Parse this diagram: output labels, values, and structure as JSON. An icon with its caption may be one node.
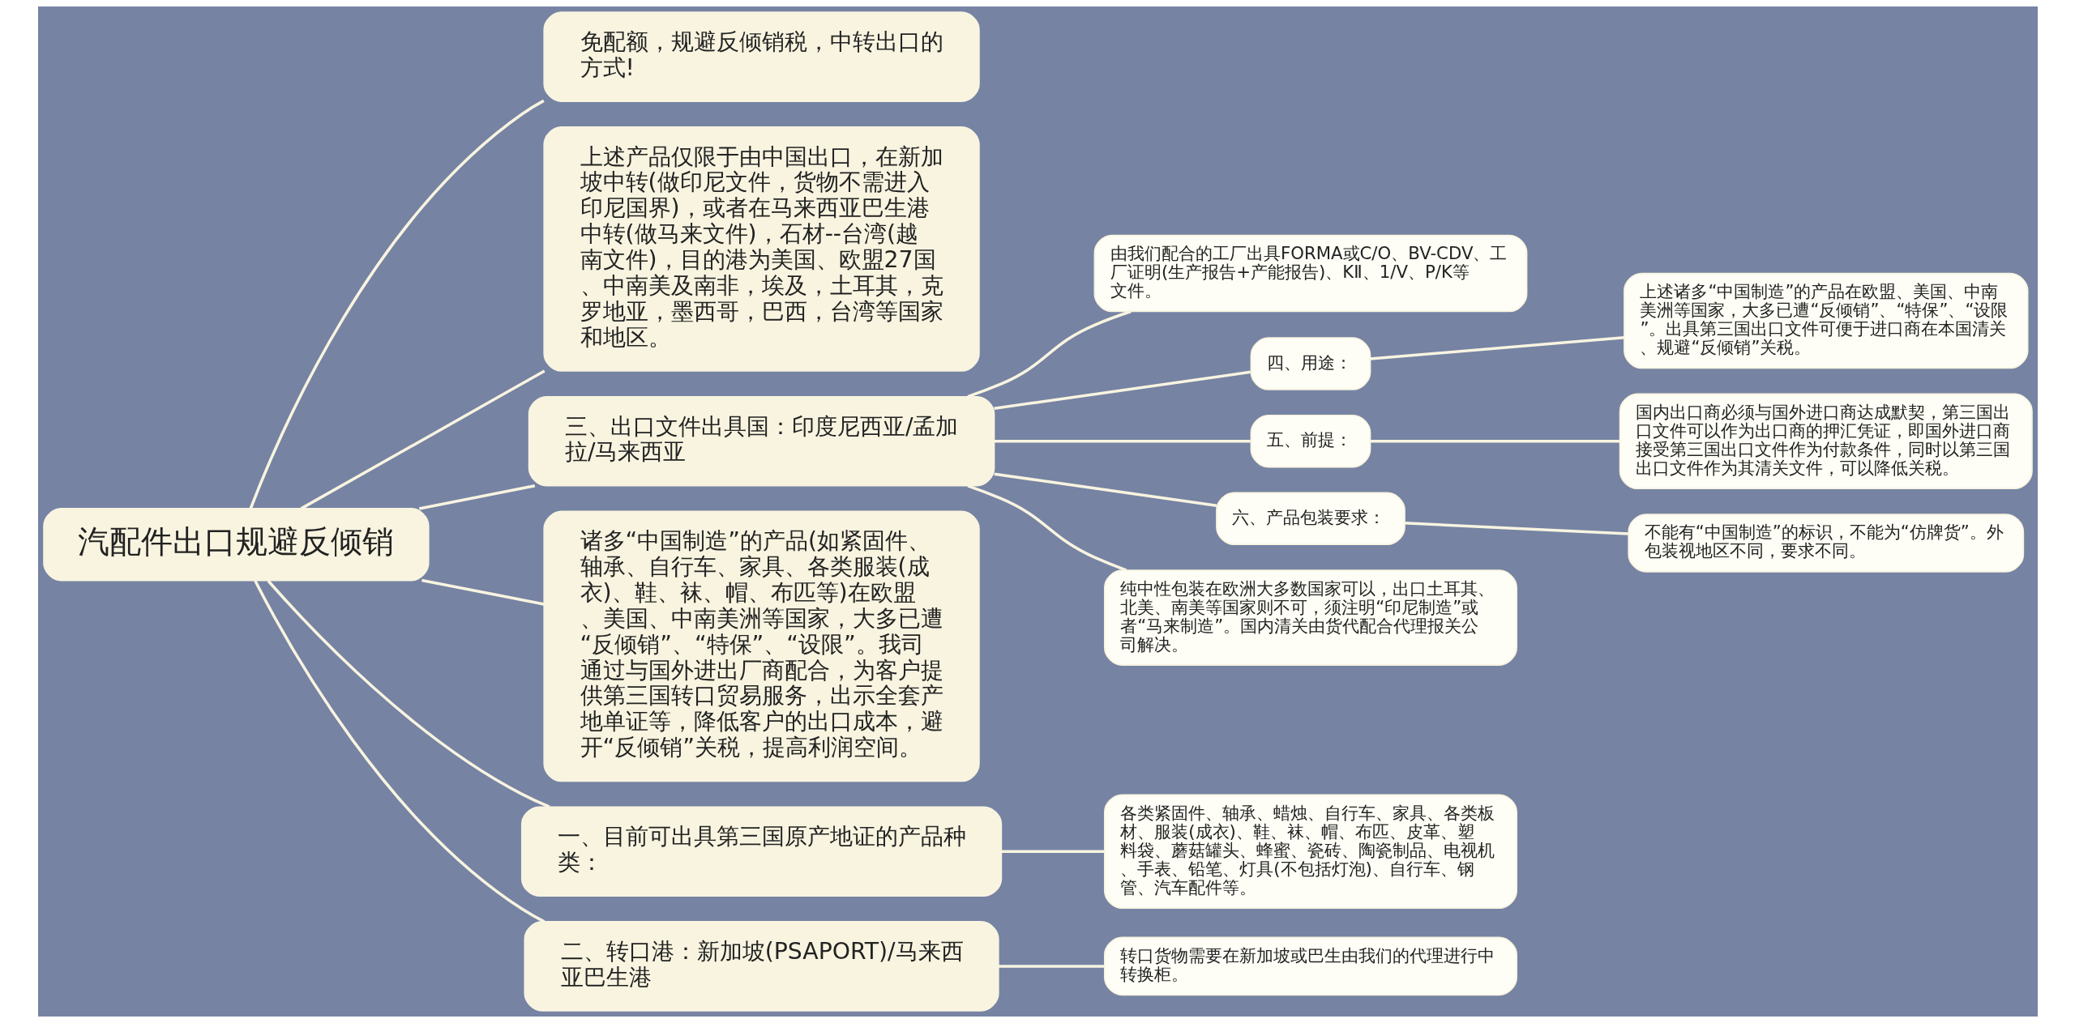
{
  "diagram": {
    "nodes": [
      {
        "text": [
          "汽配件出口规避反倾销"
        ]
      },
      {
        "text": [
          "免配额，规避反倾销税，中转出口的方式!"
        ]
      },
      {
        "text": [
          "上述产品仅限于由中国出口，在新加坡中转(做印尼文件，货物不需进入印尼国界)，或者在马来西亚巴生港中转(做马来文件)，石材--台湾(越南文件)，目的港为美国、欧盟27国、中南美及南非，埃及，土耳其，克罗地亚，墨西哥，巴西，台湾等国家和地区。"
        ]
      },
      {
        "text": [
          "三、出口文件出具国：印度尼西亚/孟加拉/马来西亚"
        ]
      },
      {
        "text": [
          "由我们配合的工厂出具FORMA或C/O、BV-CDV、工厂证明(生产报告+产能报告)、KⅡ、1/V、P/K等文件。"
        ]
      },
      {
        "text": [
          "四、用途："
        ]
      },
      {
        "text": [
          "上述诸多“中国制造”的产品在欧盟、美国、中南美洲等国家，大多已遭“反倾销”、“特保”、“设限”。出具第三国出口文件可便于进口商在本国清关、规避“反倾销”关税。"
        ]
      },
      {
        "text": [
          "五、前提："
        ]
      },
      {
        "text": [
          "国内出口商必须与国外进口商达成默契，第三国出口文件可以作为出口商的押汇凭证，即国外进口商接受第三国出口文件作为付款条件，同时以第三国出口文件作为其清关文件，可以降低关税。"
        ]
      },
      {
        "text": [
          "六、产品包装要求："
        ]
      },
      {
        "text": [
          "不能有“中国制造”的标识，不能为“仿牌货”。外包装视地区不同，要求不同。"
        ]
      },
      {
        "text": [
          "纯中性包装在欧洲大多数国家可以，出口土耳其、北美、南美等国家则不可，须注明“印尼制造”或者“马来制造”。国内清关由货代配合代理报关公司解决。"
        ]
      },
      {
        "text": [
          "诸多“中国制造”的产品(如紧固件、轴承、自行车、家具、各类服装(成衣)、鞋、袜、帽、布匹等)在欧盟、美国、中南美洲等国家，大多已遭“反倾销”、“特保”、“设限”。我司通过与国外进出厂商配合，为客户提供第三国转口贸易服务，出示全套产地单证等，降低客户的出口成本，避开“反倾销”关税，提高利润空间。"
        ]
      },
      {
        "text": [
          "一、目前可出具第三国原产地证的产品种类："
        ]
      },
      {
        "text": [
          "各类紧固件、轴承、蜡烛、自行车、家具、各类板材、服装(成衣)、鞋、袜、帽、布匹、皮革、塑料袋、蘑菇罐头、蜂蜜、瓷砖、陶瓷制品、电视机、手表、铅笔、灯具(不包括灯泡)、自行车、钢管、汽车配件等。"
        ]
      },
      {
        "text": [
          "二、转口港：新加坡(PSAPORT)/马来西亚巴生港"
        ]
      },
      {
        "text": [
          "转口货物需要在新加坡或巴生由我们的代理进行中转换柜。"
        ]
      }
    ],
    "edges": [
      {
        "from": 0,
        "to": 1,
        "arrow": "none"
      },
      {
        "from": 0,
        "to": 2,
        "arrow": "none"
      },
      {
        "from": 0,
        "to": 3,
        "arrow": "none"
      },
      {
        "from": 3,
        "to": 4,
        "arrow": "none"
      },
      {
        "from": 3,
        "to": 5,
        "arrow": "none"
      },
      {
        "from": 5,
        "to": 6,
        "arrow": "none"
      },
      {
        "from": 3,
        "to": 7,
        "arrow": "none"
      },
      {
        "from": 7,
        "to": 8,
        "arrow": "none"
      },
      {
        "from": 3,
        "to": 9,
        "arrow": "none"
      },
      {
        "from": 9,
        "to": 10,
        "arrow": "none"
      },
      {
        "from": 3,
        "to": 11,
        "arrow": "none"
      },
      {
        "from": 0,
        "to": 12,
        "arrow": "none"
      },
      {
        "from": 0,
        "to": 13,
        "arrow": "none"
      },
      {
        "from": 13,
        "to": 14,
        "arrow": "none"
      },
      {
        "from": 0,
        "to": 15,
        "arrow": "none"
      },
      {
        "from": 15,
        "to": 16,
        "arrow": "none"
      }
    ]
  }
}
